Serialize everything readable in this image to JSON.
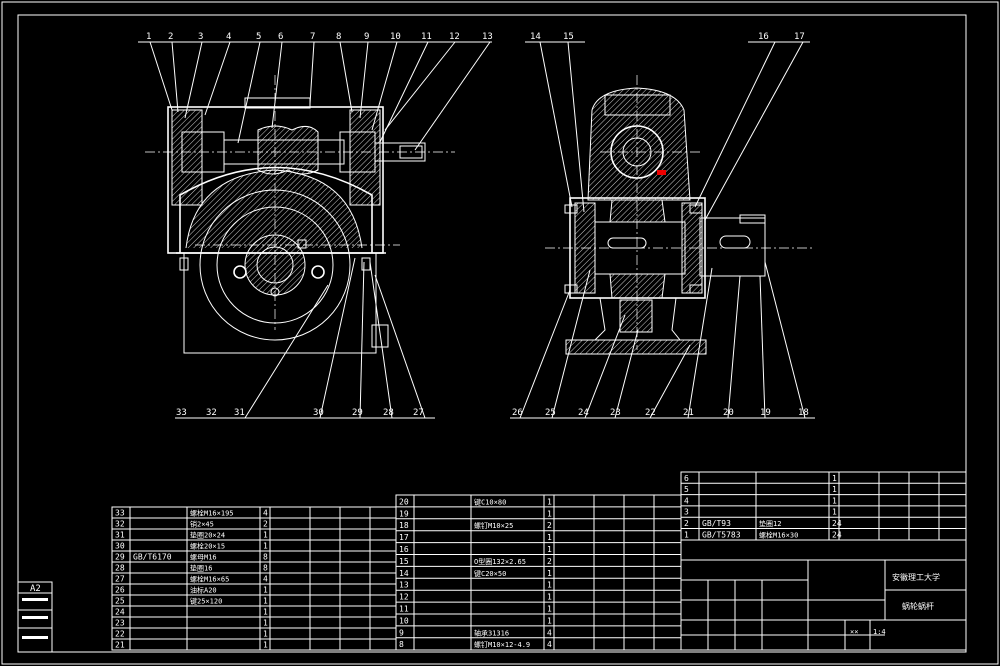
{
  "callouts_left_top": [
    "1",
    "2",
    "3",
    "4",
    "5",
    "6",
    "7",
    "8",
    "9",
    "10",
    "11",
    "12",
    "13"
  ],
  "callouts_right_top": [
    "14",
    "15",
    "16",
    "17"
  ],
  "callouts_left_bottom": [
    "33",
    "32",
    "31",
    "30",
    "29",
    "28",
    "27"
  ],
  "callouts_right_bottom": [
    "26",
    "25",
    "24",
    "23",
    "22",
    "21",
    "20",
    "19",
    "18"
  ],
  "bom_left": [
    {
      "no": "33",
      "code": "",
      "name": "螺栓M16×195",
      "qty": "4"
    },
    {
      "no": "32",
      "code": "",
      "name": "销2×45",
      "qty": "2"
    },
    {
      "no": "31",
      "code": "",
      "name": "垫圈20×24",
      "qty": "1"
    },
    {
      "no": "30",
      "code": "",
      "name": "螺栓20×15",
      "qty": "1"
    },
    {
      "no": "29",
      "code": "GB/T6170",
      "name": "螺母M16",
      "qty": "8"
    },
    {
      "no": "28",
      "code": "",
      "name": "垫圈16",
      "qty": "8"
    },
    {
      "no": "27",
      "code": "",
      "name": "螺栓M16×65",
      "qty": "4"
    },
    {
      "no": "26",
      "code": "",
      "name": "油标A20",
      "qty": "1"
    },
    {
      "no": "25",
      "code": "",
      "name": "键25×120",
      "qty": "1"
    },
    {
      "no": "24",
      "code": "",
      "name": "",
      "qty": "1"
    },
    {
      "no": "23",
      "code": "",
      "name": "",
      "qty": "1"
    },
    {
      "no": "22",
      "code": "",
      "name": "",
      "qty": "1"
    },
    {
      "no": "21",
      "code": "",
      "name": "",
      "qty": "1"
    }
  ],
  "bom_mid": [
    {
      "no": "20",
      "code": "",
      "name": "键C10×80",
      "qty": "1"
    },
    {
      "no": "19",
      "code": "",
      "name": "",
      "qty": "1"
    },
    {
      "no": "18",
      "code": "",
      "name": "螺钉M10×25",
      "qty": "2"
    },
    {
      "no": "17",
      "code": "",
      "name": "",
      "qty": "1"
    },
    {
      "no": "16",
      "code": "",
      "name": "",
      "qty": "1"
    },
    {
      "no": "15",
      "code": "",
      "name": "O型圈132×2.65",
      "qty": "2"
    },
    {
      "no": "14",
      "code": "",
      "name": "键C20×50",
      "qty": "1"
    },
    {
      "no": "13",
      "code": "",
      "name": "",
      "qty": "1"
    },
    {
      "no": "12",
      "code": "",
      "name": "",
      "qty": "1"
    },
    {
      "no": "11",
      "code": "",
      "name": "",
      "qty": "1"
    },
    {
      "no": "10",
      "code": "",
      "name": "",
      "qty": "1"
    },
    {
      "no": "9",
      "code": "",
      "name": "轴承31316",
      "qty": "4"
    },
    {
      "no": "8",
      "code": "",
      "name": "螺钉M10×12-4.9",
      "qty": "4"
    }
  ],
  "bom_right": [
    {
      "no": "6",
      "code": "",
      "name": "",
      "qty": "1"
    },
    {
      "no": "5",
      "code": "",
      "name": "",
      "qty": "1"
    },
    {
      "no": "4",
      "code": "",
      "name": "",
      "qty": "1"
    },
    {
      "no": "3",
      "code": "",
      "name": "",
      "qty": "1"
    },
    {
      "no": "2",
      "code": "GB/T93",
      "name": "垫圈12",
      "qty": "24"
    },
    {
      "no": "1",
      "code": "GB/T5783",
      "name": "螺栓M16×30",
      "qty": "24"
    }
  ],
  "side_block": {
    "size": "A2"
  },
  "title_block": {
    "school": "安徽理工大学",
    "drawing_name": "蜗轮蜗杆",
    "scale": "1:4",
    "sheet_count": "××"
  }
}
